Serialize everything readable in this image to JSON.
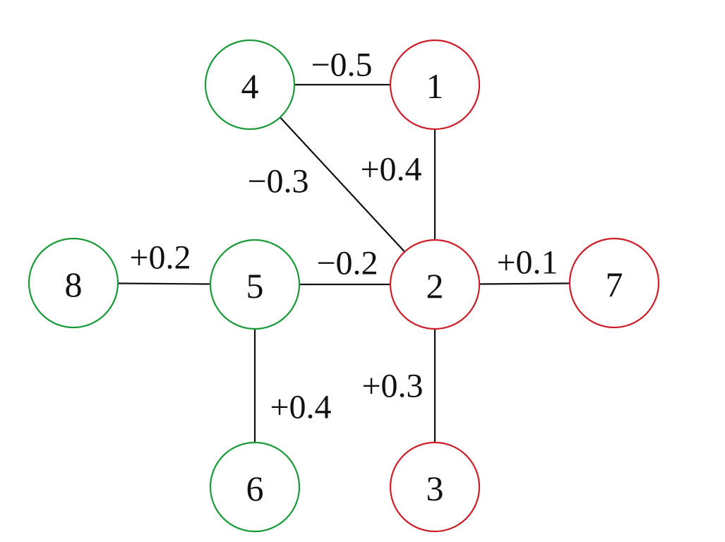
{
  "colors": {
    "group_a": "#1a9a3a",
    "group_b": "#cc1f2a",
    "edge": "#111111"
  },
  "nodes": [
    {
      "id": "1",
      "label": "1",
      "group": "group_b"
    },
    {
      "id": "2",
      "label": "2",
      "group": "group_b"
    },
    {
      "id": "3",
      "label": "3",
      "group": "group_b"
    },
    {
      "id": "4",
      "label": "4",
      "group": "group_a"
    },
    {
      "id": "5",
      "label": "5",
      "group": "group_a"
    },
    {
      "id": "6",
      "label": "6",
      "group": "group_a"
    },
    {
      "id": "7",
      "label": "7",
      "group": "group_b"
    },
    {
      "id": "8",
      "label": "8",
      "group": "group_a"
    }
  ],
  "edges": [
    {
      "from": "4",
      "to": "1",
      "weight": "−0.5"
    },
    {
      "from": "4",
      "to": "2",
      "weight": "−0.3"
    },
    {
      "from": "1",
      "to": "2",
      "weight": "+0.4"
    },
    {
      "from": "8",
      "to": "5",
      "weight": "+0.2"
    },
    {
      "from": "5",
      "to": "2",
      "weight": "−0.2"
    },
    {
      "from": "2",
      "to": "7",
      "weight": "+0.1"
    },
    {
      "from": "5",
      "to": "6",
      "weight": "+0.4"
    },
    {
      "from": "2",
      "to": "3",
      "weight": "+0.3"
    }
  ]
}
